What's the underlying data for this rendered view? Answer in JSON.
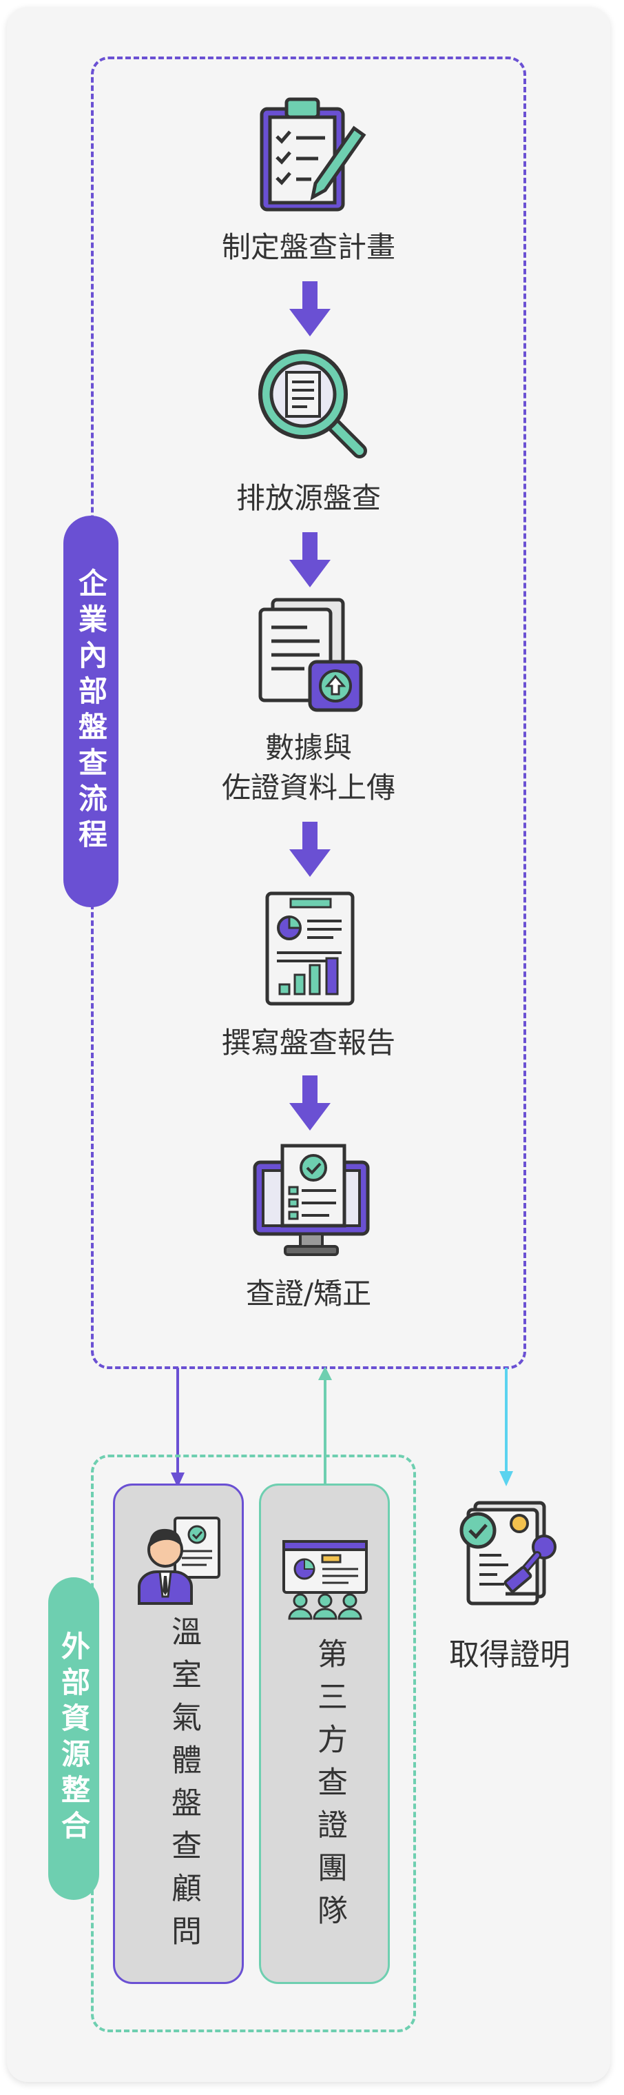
{
  "internal_process": {
    "label": "企業內部盤查流程",
    "steps": [
      {
        "label": "制定盤查計畫",
        "icon": "clipboard-checklist-icon"
      },
      {
        "label": "排放源盤查",
        "icon": "magnifier-document-icon"
      },
      {
        "label": "數據與\n佐證資料上傳",
        "icon": "document-upload-icon"
      },
      {
        "label": "撰寫盤查報告",
        "icon": "report-chart-icon"
      },
      {
        "label": "查證/矯正",
        "icon": "monitor-verification-icon"
      }
    ]
  },
  "external_resources": {
    "label": "外部資源整合",
    "consultant": {
      "label": "溫室氣體盤查顧問",
      "icon": "consultant-person-icon"
    },
    "verifier": {
      "label": "第三方查證團隊",
      "icon": "presentation-team-icon"
    }
  },
  "certificate": {
    "label": "取得證明",
    "icon": "certificate-stamp-icon"
  },
  "colors": {
    "purple": "#6a50d3",
    "teal": "#6ecfb0",
    "cyan": "#5bd3ef"
  }
}
